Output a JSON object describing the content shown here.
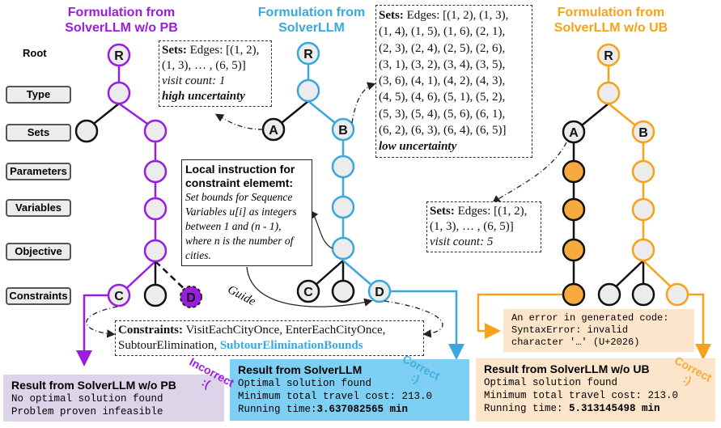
{
  "colors": {
    "purple": "#9b1de0",
    "blue": "#3aa8dc",
    "orange": "#f7a21b",
    "node_fill": "#ececec",
    "purple_result_bg": "#ddd4ea",
    "blue_result_bg": "#7dd0f3",
    "orange_result_bg": "#fde5cb"
  },
  "titles": {
    "pb": [
      "Formulation from",
      "SolverLLM w/o PB"
    ],
    "main": [
      "Formulation from",
      "SolverLLM"
    ],
    "ub": [
      "Formulation from",
      "SolverLLM w/o UB"
    ]
  },
  "levels": {
    "root": "Root",
    "items": [
      "Type",
      "Sets",
      "Parameters",
      "Variables",
      "Objective",
      "Constraints"
    ]
  },
  "node_letters": {
    "root": "R",
    "a": "A",
    "b": "B",
    "c": "C",
    "d": "D"
  },
  "notes": {
    "sets_a": {
      "label": "Sets:",
      "text1": " Edges: [(1, 2),",
      "text2": "(1, 3), … , (6, 5)]",
      "visit": "visit count: 1",
      "uncertainty": "high uncertainty"
    },
    "sets_b": {
      "label": "Sets:",
      "lines": [
        " Edges: [(1, 2), (1, 3),",
        "(1, 4), (1, 5), (1, 6), (2, 1),",
        "(2, 3), (2, 4), (2, 5), (2, 6),",
        "(3, 1), (3, 2), (3, 4), (3, 5),",
        "(3, 6), (4, 1), (4, 2), (4, 3),",
        "(4, 5), (4, 6), (5, 1), (5, 2),",
        "(5, 3), (5, 4), (5, 6), (6, 1),",
        "(6, 2), (6, 3), (6, 4), (6, 5)]"
      ],
      "uncertainty": "low uncertainty"
    },
    "sets_ub": {
      "label": "Sets:",
      "text1": " Edges: [(1, 2),",
      "text2": "(1, 3), … , (6, 5)]",
      "visit": "visit count: 5"
    },
    "instruction": {
      "heading1": "Local instruction for",
      "heading2": "constraint elememt:",
      "body": "Set bounds for Sequence Variables u[i] as integers between 1 and (n - 1), where n is the number of cities."
    },
    "constraints": {
      "label": "Constraints:",
      "text": " VisitEachCityOnce, EnterEachCityOnce,",
      "text2": "SubtourElimination, ",
      "highlight": "SubtourEliminationBounds"
    },
    "guide": "Guide"
  },
  "error_box": {
    "lines": [
      "An error in generated code:",
      "SyntaxError: invalid",
      "character '…' (U+2026)"
    ]
  },
  "results": {
    "pb": {
      "title": "Result from SolverLLM w/o PB",
      "line1": "No optimal solution found",
      "line2": "Problem proven infeasible",
      "stamp": "Incorrect",
      "face": ":("
    },
    "main": {
      "title": "Result from SolverLLM",
      "line1": "Optimal solution found",
      "line2": "Minimum total travel cost: 213.0",
      "line3_label": "Running time:",
      "line3_value": "3.637082565 min",
      "stamp": "Correct",
      "face": ":)"
    },
    "ub": {
      "title": "Result from SolverLLM  w/o UB",
      "line1": "Optimal solution found",
      "line2": "Minimum total travel cost: 213.0",
      "line3_label": "Running time: ",
      "line3_value": "5.313145498 min",
      "stamp": "Correct",
      "face": ":)"
    }
  }
}
